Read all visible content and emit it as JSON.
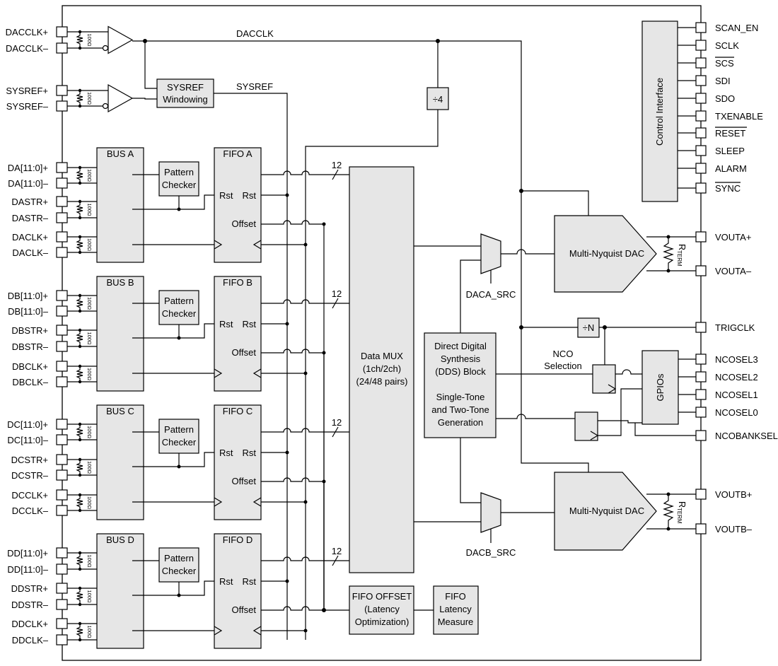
{
  "signals": {
    "daclk": "DACCLK",
    "sysref": "SYSREF"
  },
  "left_pins": [
    {
      "label": "DACCLK+"
    },
    {
      "label": "DACCLK–"
    },
    {
      "label": "SYSREF+"
    },
    {
      "label": "SYSREF–"
    },
    {
      "label": "DA[11:0]+"
    },
    {
      "label": "DA[11:0]–"
    },
    {
      "label": "DASTR+"
    },
    {
      "label": "DASTR–"
    },
    {
      "label": "DACLK+"
    },
    {
      "label": "DACLK–"
    },
    {
      "label": "DB[11:0]+"
    },
    {
      "label": "DB[11:0]–"
    },
    {
      "label": "DBSTR+"
    },
    {
      "label": "DBSTR–"
    },
    {
      "label": "DBCLK+"
    },
    {
      "label": "DBCLK–"
    },
    {
      "label": "DC[11:0]+"
    },
    {
      "label": "DC[11:0]–"
    },
    {
      "label": "DCSTR+"
    },
    {
      "label": "DCSTR–"
    },
    {
      "label": "DCCLK+"
    },
    {
      "label": "DCCLK–"
    },
    {
      "label": "DD[11:0]+"
    },
    {
      "label": "DD[11:0]–"
    },
    {
      "label": "DDSTR+"
    },
    {
      "label": "DDSTR–"
    },
    {
      "label": "DDCLK+"
    },
    {
      "label": "DDCLK–"
    }
  ],
  "right_pins": [
    {
      "label": "SCAN_EN"
    },
    {
      "label": "SCLK"
    },
    {
      "label": "SCS"
    },
    {
      "label": "SDI"
    },
    {
      "label": "SDO"
    },
    {
      "label": "TXENABLE"
    },
    {
      "label": "RESET"
    },
    {
      "label": "SLEEP"
    },
    {
      "label": "ALARM"
    },
    {
      "label": "SYNC"
    },
    {
      "label": "VOUTA+"
    },
    {
      "label": "VOUTA–"
    },
    {
      "label": "TRIGCLK"
    },
    {
      "label": "NCOSEL3"
    },
    {
      "label": "NCOSEL2"
    },
    {
      "label": "NCOSEL1"
    },
    {
      "label": "NCOSEL0"
    },
    {
      "label": "NCOBANKSEL"
    },
    {
      "label": "VOUTB+"
    },
    {
      "label": "VOUTB–"
    }
  ],
  "resistor_label": "100Ω",
  "sysref_block": [
    "SYSREF",
    "Windowing"
  ],
  "divider": "÷4",
  "divider_n": "÷N",
  "control_interface": "Control Interface",
  "buses": [
    {
      "name": "BUS A",
      "fifo": "FIFO A"
    },
    {
      "name": "BUS B",
      "fifo": "FIFO B"
    },
    {
      "name": "BUS C",
      "fifo": "FIFO C"
    },
    {
      "name": "BUS D",
      "fifo": "FIFO D"
    }
  ],
  "pattern_checker": [
    "Pattern",
    "Checker"
  ],
  "rst": "Rst",
  "offset": "Offset",
  "bus_width": "12",
  "data_mux": [
    "Data MUX",
    "(1ch/2ch)",
    "(24/48 pairs)"
  ],
  "fifo_offset": [
    "FIFO OFFSET",
    "(Latency",
    "Optimization)"
  ],
  "fifo_latency": [
    "FIFO",
    "Latency",
    "Measure"
  ],
  "dds": [
    "Direct Digital",
    "Synthesis",
    "(DDS) Block",
    "",
    "Single-Tone",
    "and Two-Tone",
    "Generation"
  ],
  "daca_src": "DACA_SRC",
  "dacb_src": "DACB_SRC",
  "dac": "Multi-Nyquist DAC",
  "rterm": "R",
  "rterm_sub": "TERM",
  "nco_selection": [
    "NCO",
    "Selection"
  ],
  "gpios": "GPIOs"
}
